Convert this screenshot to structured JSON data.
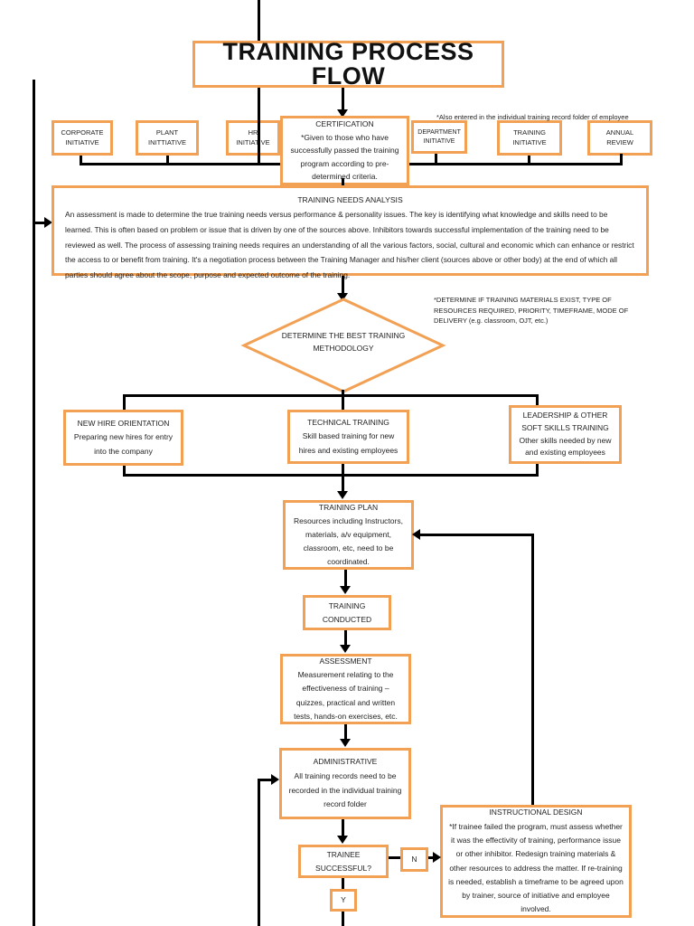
{
  "page": {
    "accent_orange": "#F2A053",
    "line_color": "#000000",
    "background": "#ffffff"
  },
  "title": "TRAINING PROCESS FLOW",
  "sources": {
    "corporate": {
      "label": "CORPORATE INITIATIVE"
    },
    "plant": {
      "label": "PLANT INITTIATIVE"
    },
    "hr": {
      "label": "HR INITIATIVE"
    },
    "department": {
      "label": "DEPARTMENT INITIATIVE"
    },
    "training": {
      "label": "TRAINING INITIATIVE"
    },
    "annual": {
      "label": "ANNUAL REVIEW"
    }
  },
  "notes": {
    "record_folder": "*Also entered in the individual training record folder of employee",
    "materials": "*DETERMINE IF TRAINING MATERIALS EXIST, TYPE OF RESOURCES REQUIRED, PRIORITY, TIMEFRAME, MODE OF DELIVERY (e.g. classroom, OJT, etc.)"
  },
  "nodes": {
    "certification": {
      "title": "CERTIFICATION",
      "body": "*Given to those who have successfully passed the training program according to pre-determined criteria."
    },
    "training_needs_analysis": {
      "title": "TRAINING NEEDS ANALYSIS",
      "body": "An assessment is made to determine the true training needs versus performance & personality issues. The key is identifying what knowledge and skills need to be learned. This is often based on problem or issue that is driven by one of the sources above. Inhibitors towards successful implementation of the training need to be reviewed as well. The process of assessing training needs requires an understanding of all the various factors, social, cultural and economic which can enhance or restrict the access to or benefit from training. It's a negotiation process between the Training Manager and his/her client (sources above or other body) at the end of which all parties should agree about the scope, purpose and expected outcome of the training."
    },
    "decision_methodology": {
      "title": "DETERMINE THE BEST TRAINING METHODOLOGY"
    },
    "new_hire": {
      "title": "NEW HIRE ORIENTATION",
      "body": "Preparing new hires for entry into the company"
    },
    "technical": {
      "title": "TECHNICAL TRAINING",
      "body": "Skill based training for new hires and existing employees"
    },
    "leadership": {
      "title": "LEADERSHIP & OTHER SOFT SKILLS TRAINING",
      "body": "Other skills needed by new and existing employees"
    },
    "training_plan": {
      "title": "TRAINING PLAN",
      "body": "Resources including Instructors, materials, a/v equipment, classroom, etc, need to be coordinated."
    },
    "training_conducted": {
      "title": "TRAINING CONDUCTED"
    },
    "assessment": {
      "title": "ASSESSMENT",
      "body": "Measurement relating to the effectiveness of training – quizzes, practical and written tests, hands-on exercises, etc."
    },
    "administrative": {
      "title": "ADMINISTRATIVE",
      "body": "All training records need to be recorded in the individual training record folder"
    },
    "trainee_successful": {
      "title": "TRAINEE SUCCESSFUL?"
    },
    "instructional_design": {
      "title": "INSTRUCTIONAL DESIGN",
      "body": "*If trainee failed the program, must assess whether it was the effectivity of training, performance issue or other inhibitor. Redesign training materials & other resources to address the matter. If re-training is needed, establish a timeframe to be agreed upon by trainer, source of initiative and employee involved."
    },
    "branch_no": {
      "label": "N"
    },
    "branch_yes": {
      "label": "Y"
    }
  }
}
